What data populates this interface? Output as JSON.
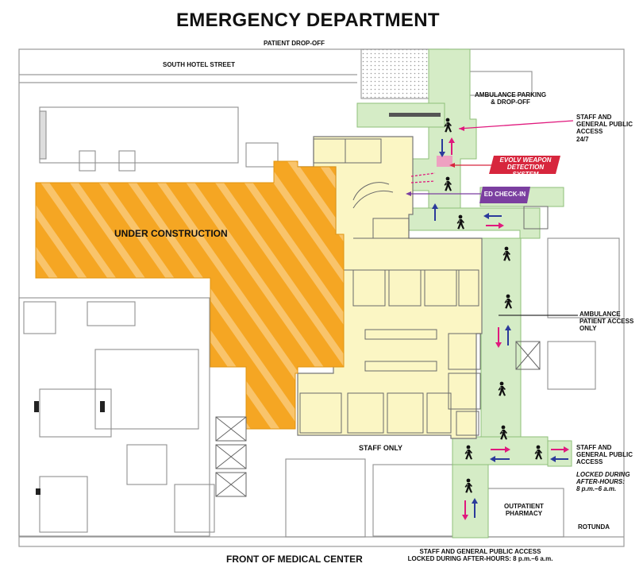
{
  "title": "EMERGENCY DEPARTMENT",
  "streets": {
    "top": "PATIENT DROP-OFF",
    "south": "SOUTH HOTEL STREET",
    "front": "FRONT OF MEDICAL CENTER",
    "rotunda": "ROTUNDA"
  },
  "areas": {
    "construction": "UNDER CONSTRUCTION",
    "staff_only": "STAFF ONLY",
    "pharmacy_line1": "OUTPATIENT",
    "pharmacy_line2": "PHARMACY",
    "ambulance_parking_line1": "AMBULANCE PARKING",
    "ambulance_parking_line2": "& DROP-OFF"
  },
  "callouts": {
    "staff_public_247": [
      "STAFF AND",
      "GENERAL PUBLIC",
      "ACCESS",
      "24/7"
    ],
    "ambulance_access": [
      "AMBULANCE",
      "PATIENT ACCESS",
      "ONLY"
    ],
    "staff_public_locked": [
      "STAFF AND",
      "GENERAL PUBLIC",
      "ACCESS"
    ],
    "locked_hours": [
      "LOCKED DURING",
      "AFTER-HOURS:",
      "8 p.m.–6 a.m."
    ],
    "bottom_access_line1": "STAFF AND GENERAL PUBLIC ACCESS",
    "bottom_access_line2": "LOCKED DURING AFTER-HOURS: 8 p.m.–6 a.m."
  },
  "badges": {
    "weapon_line1": "EVOLV WEAPON",
    "weapon_line2": "DETECTION SYSTEM",
    "checkin": "ED CHECK-IN"
  },
  "colors": {
    "construction": "#f5a623",
    "department": "#fbf6c4",
    "corridor": "#d5ecc6",
    "callout_line": "#e0197d",
    "weapon_badge": "#d7263d",
    "checkin_badge": "#7b3fa0",
    "arrow_blue": "#2b3a9b",
    "arrow_pink": "#e0197d"
  },
  "icons": [
    "walking-person-icon",
    "direction-arrow-icon"
  ]
}
